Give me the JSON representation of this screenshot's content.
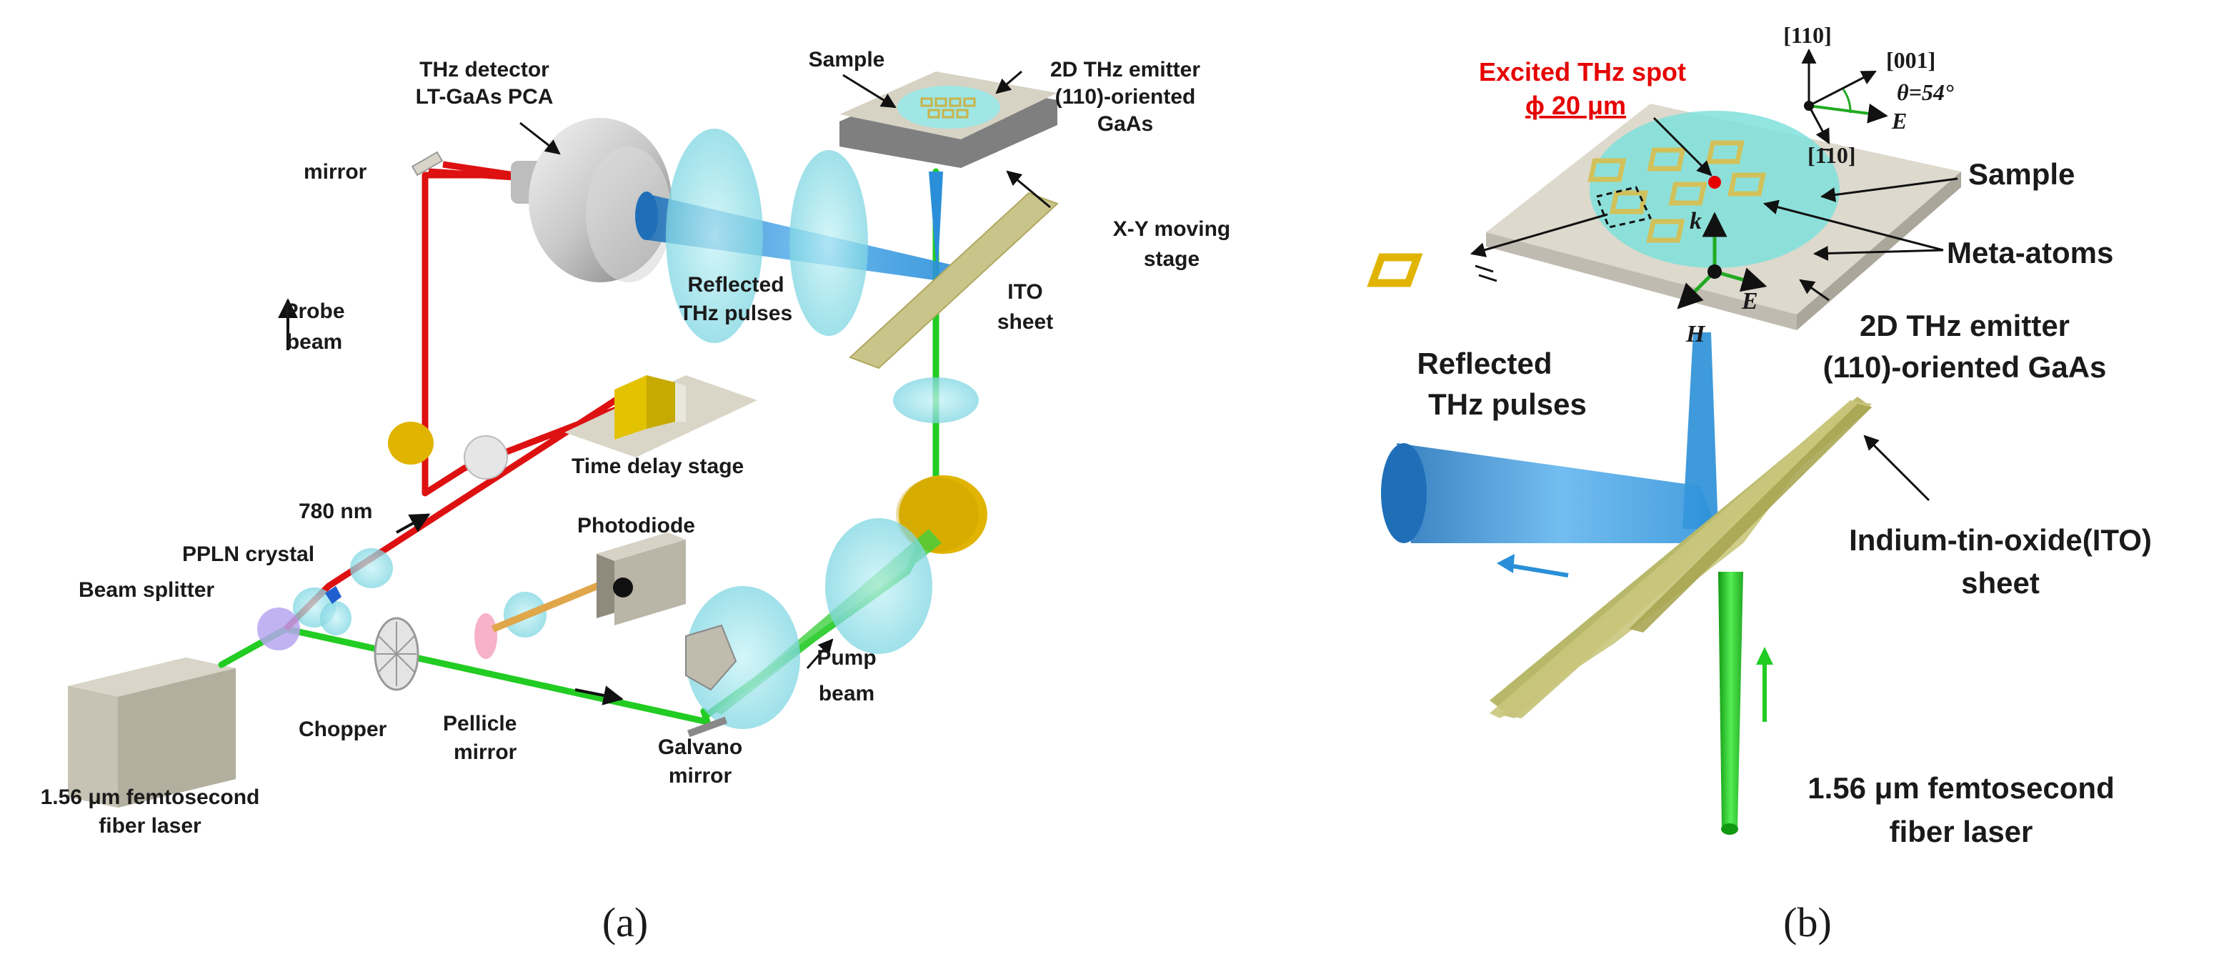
{
  "panel_a": {
    "caption": "(a)",
    "labels": {
      "thz_detector_1": "THz detector",
      "thz_detector_2": "LT-GaAs PCA",
      "mirror": "mirror",
      "probe_beam_1": "Probe",
      "probe_beam_2": "beam",
      "sample": "Sample",
      "emitter_1": "2D THz emitter",
      "emitter_2": "(110)-oriented",
      "emitter_3": "GaAs",
      "xy_stage_1": "X-Y moving",
      "xy_stage_2": "stage",
      "reflected_1": "Reflected",
      "reflected_2": "THz pulses",
      "ito_1": "ITO",
      "ito_2": "sheet",
      "time_delay": "Time delay stage",
      "nm780": "780 nm",
      "ppln": "PPLN crystal",
      "photodiode": "Photodiode",
      "beam_splitter": "Beam splitter",
      "chopper": "Chopper",
      "pellicle_1": "Pellicle",
      "pellicle_2": "mirror",
      "galvano_1": "Galvano",
      "galvano_2": "mirror",
      "pump_1": "Pump",
      "pump_2": "beam",
      "laser_1": "1.56 μm femtosecond",
      "laser_2": "fiber laser"
    }
  },
  "panel_b": {
    "caption": "(b)",
    "labels": {
      "excited_1": "Excited THz spot",
      "excited_2": "ϕ 20 μm",
      "axis_110": "[110]",
      "axis_001": "[001]",
      "axis_m110": "[1̄10]",
      "theta": "θ=54°",
      "e_vec": "E",
      "sample": "Sample",
      "meta_atoms": "Meta-atoms",
      "k_vec": "k",
      "e_field": "E",
      "h_field": "H",
      "emitter_1": "2D THz emitter",
      "emitter_2": "(110)-oriented GaAs",
      "reflected_1": "Reflected",
      "reflected_2": "THz pulses",
      "ito_1": "Indium-tin-oxide(ITO)",
      "ito_2": "sheet",
      "laser_1": "1.56 μm femtosecond",
      "laser_2": "fiber laser"
    }
  },
  "colors": {
    "pump_green": "#22cc22",
    "probe_red": "#dd1111",
    "thz_blue": "#2a8fd8",
    "lens_cyan": "#9fe6ee",
    "gold": "#e0b400",
    "gray_box": "#b8b4a6"
  }
}
